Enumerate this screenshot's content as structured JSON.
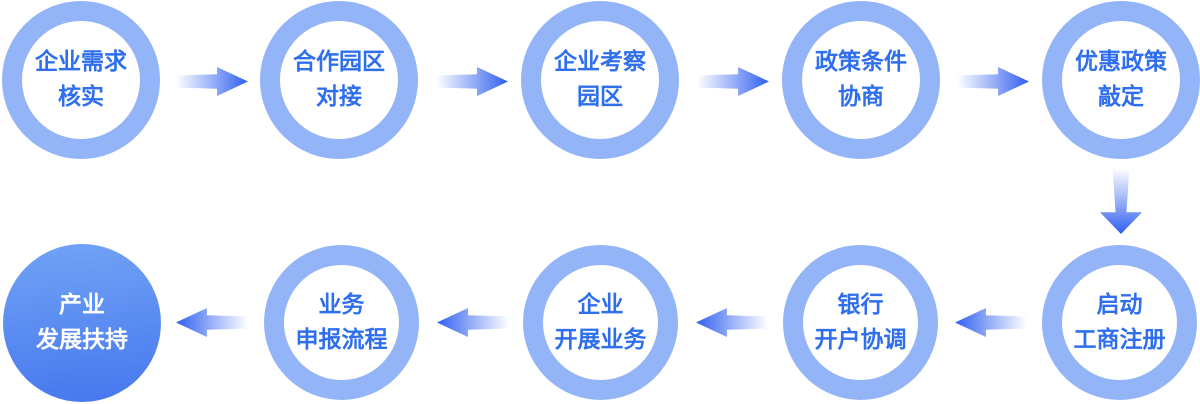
{
  "diagram": {
    "type": "process-flow",
    "colors": {
      "background": "#ffffff",
      "node_ring": "#93b4f6",
      "node_fill": "#ffffff",
      "node_text": "#2f6fee",
      "filled_node_gradient_start": "#71a3f6",
      "filled_node_gradient_end": "#4677ee",
      "filled_node_text": "#ffffff",
      "arrow_gradient_start": "#ffffff",
      "arrow_gradient_end": "#2e5ef1"
    },
    "nodes": [
      {
        "id": "verify-needs",
        "label": "企业需求核实",
        "line1": "企业需求",
        "line2": "核实",
        "row": "top",
        "style": "ring"
      },
      {
        "id": "park-matching",
        "label": "合作园区对接",
        "line1": "合作园区",
        "line2": "对接",
        "row": "top",
        "style": "ring"
      },
      {
        "id": "park-inspection",
        "label": "企业考察园区",
        "line1": "企业考察",
        "line2": "园区",
        "row": "top",
        "style": "ring"
      },
      {
        "id": "policy-negotiation",
        "label": "政策条件协商",
        "line1": "政策条件",
        "line2": "协商",
        "row": "top",
        "style": "ring"
      },
      {
        "id": "policy-finalize",
        "label": "优惠政策敲定",
        "line1": "优惠政策",
        "line2": "敲定",
        "row": "top",
        "style": "ring"
      },
      {
        "id": "start-registration",
        "label": "启动工商注册",
        "line1": "启动",
        "line2": "工商注册",
        "row": "bottom",
        "style": "ring"
      },
      {
        "id": "bank-account",
        "label": "银行开户协调",
        "line1": "银行",
        "line2": "开户协调",
        "row": "bottom",
        "style": "ring"
      },
      {
        "id": "business-operation",
        "label": "企业开展业务",
        "line1": "企业",
        "line2": "开展业务",
        "row": "bottom",
        "style": "ring"
      },
      {
        "id": "declaration-process",
        "label": "业务申报流程",
        "line1": "业务",
        "line2": "申报流程",
        "row": "bottom",
        "style": "ring"
      },
      {
        "id": "industry-support",
        "label": "产业发展扶持",
        "line1": "产业",
        "line2": "发展扶持",
        "row": "bottom",
        "style": "filled"
      }
    ],
    "arrows": [
      {
        "icon": "arrow-right-icon",
        "from": "企业需求核实",
        "to": "合作园区对接"
      },
      {
        "icon": "arrow-right-icon",
        "from": "合作园区对接",
        "to": "企业考察园区"
      },
      {
        "icon": "arrow-right-icon",
        "from": "企业考察园区",
        "to": "政策条件协商"
      },
      {
        "icon": "arrow-right-icon",
        "from": "政策条件协商",
        "to": "优惠政策敲定"
      },
      {
        "icon": "arrow-down-icon",
        "from": "优惠政策敲定",
        "to": "启动工商注册"
      },
      {
        "icon": "arrow-left-icon",
        "from": "启动工商注册",
        "to": "银行开户协调"
      },
      {
        "icon": "arrow-left-icon",
        "from": "银行开户协调",
        "to": "企业开展业务"
      },
      {
        "icon": "arrow-left-icon",
        "from": "企业开展业务",
        "to": "业务申报流程"
      },
      {
        "icon": "arrow-left-icon",
        "from": "业务申报流程",
        "to": "产业发展扶持"
      }
    ]
  }
}
